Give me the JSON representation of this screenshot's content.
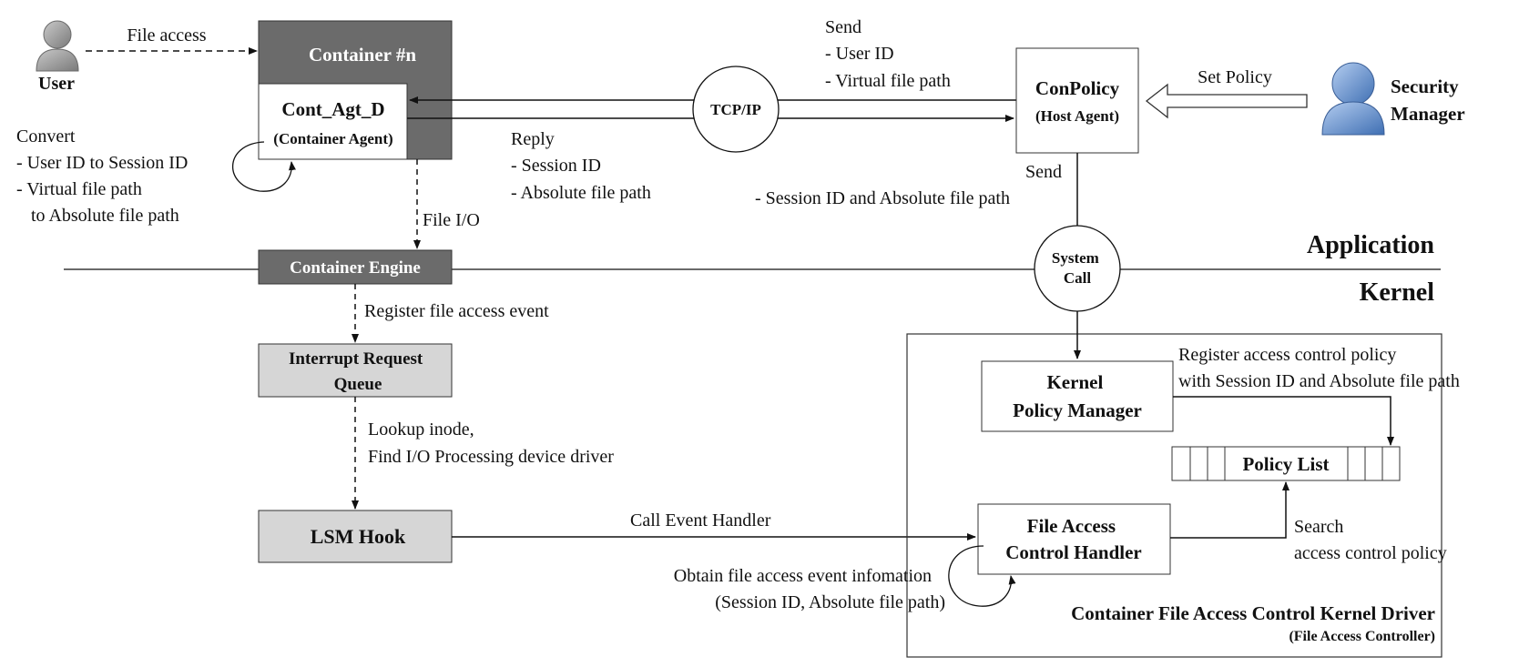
{
  "actors": {
    "user": "User",
    "security_manager": [
      "Security",
      "Manager"
    ]
  },
  "edges": {
    "file_access": "File access",
    "file_io": "File I/O",
    "set_policy": "Set Policy",
    "register_event": "Register file access event",
    "call_event_handler": "Call Event Handler"
  },
  "boxes": {
    "container_n": "Container #n",
    "cont_agt_d": "Cont_Agt_D",
    "container_agent": "(Container Agent)",
    "container_engine": "Container Engine",
    "conpolicy": "ConPolicy",
    "host_agent": "(Host Agent)",
    "irq_queue": [
      "Interrupt Request",
      "Queue"
    ],
    "lsm_hook": "LSM Hook",
    "kernel_policy_manager": [
      "Kernel",
      "Policy Manager"
    ],
    "policy_list": "Policy List",
    "file_access_handler": [
      "File Access",
      "Control Handler"
    ],
    "driver_title": "Container File Access Control Kernel Driver",
    "driver_subtitle": "(File Access Controller)"
  },
  "circles": {
    "tcpip": "TCP/IP",
    "system_call": [
      "System",
      "Call"
    ]
  },
  "notes": {
    "convert": [
      "Convert",
      "- User ID to Session ID",
      "- Virtual  file path",
      "to Absolute file  path"
    ],
    "send_top": [
      "Send",
      "- User ID",
      "- Virtual  file  path"
    ],
    "reply": [
      "Reply",
      "- Session ID",
      "- Absolute file  path"
    ],
    "send_mid": [
      "Send",
      "- Session ID and Absolute file  path"
    ],
    "lookup": [
      "Lookup inode,",
      "Find I/O Processing device driver"
    ],
    "register_policy": [
      "Register access control policy",
      "with Session ID and Absolute file  path"
    ],
    "search": [
      "Search",
      "access control policy"
    ],
    "obtain": [
      "Obtain file  access event infomation",
      "(Session ID, Absolute file  path)"
    ]
  },
  "layers": {
    "application": "Application",
    "kernel": "Kernel"
  },
  "colors": {
    "dark_box": "#6b6b6b",
    "light_box": "#d6d6d6",
    "person_fill": "#8a8a8a",
    "manager_fill": "#5b86c4"
  }
}
